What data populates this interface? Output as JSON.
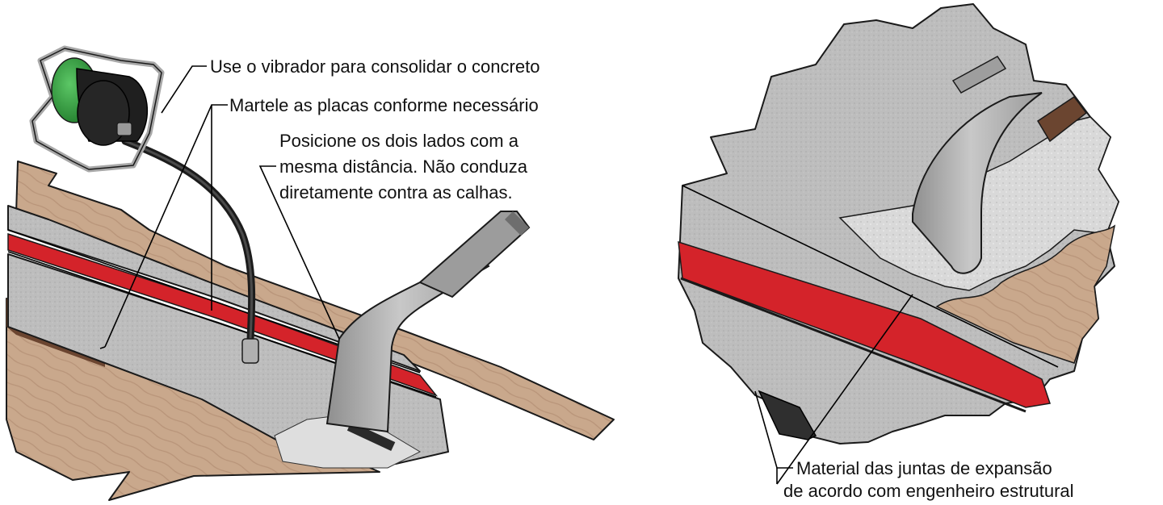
{
  "callouts": {
    "vibrator": "Use o vibrador para consolidar o concreto",
    "hammer": "Martele as placas conforme necessário",
    "position": [
      "Posicione os dois lados com a",
      "mesma distância. Não conduza",
      "diretamente contra as calhas."
    ],
    "expansion": [
      "Material das juntas de expansão",
      "de acordo com engenheiro estrutural"
    ]
  },
  "colors": {
    "soil": "#c9a88c",
    "soil_dark": "#6b4530",
    "concrete": "#b9b9b9",
    "concrete_light": "#d2d2d2",
    "joint_red": "#d4232a",
    "vibrator_green": "#2e9a3a",
    "vibrator_body": "#1f1f1f",
    "frame_grey": "#a8a8a8",
    "dark_metal": "#3a3a3a"
  },
  "icons": {
    "vibrator": "concrete-vibrator-icon"
  }
}
